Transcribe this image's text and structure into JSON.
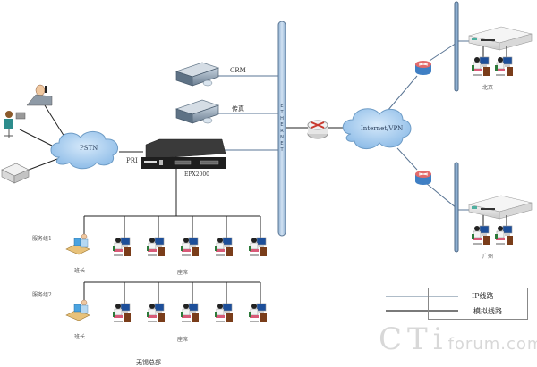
{
  "diagram": {
    "title": "无锡总部",
    "bus_label": "ETHERNET",
    "bus_letters": [
      "E",
      "T",
      "H",
      "E",
      "R",
      "N",
      "E",
      "T"
    ],
    "nodes": {
      "pstn": {
        "label": "PSTN",
        "icon": "cloud"
      },
      "internet": {
        "label": "Internet/VPN",
        "icon": "cloud"
      },
      "pbx": {
        "label": "EPX2000",
        "link_label": "PRI",
        "icon": "rack-switch"
      },
      "crm": {
        "label": "CRM",
        "icon": "server"
      },
      "fax": {
        "label": "传真",
        "icon": "server"
      },
      "hq_router": {
        "icon": "router-red"
      },
      "beijing": {
        "label": "北京",
        "icon": "gateway"
      },
      "guangzhou": {
        "label": "广州",
        "icon": "gateway"
      },
      "beijing_router": {
        "icon": "router-blue"
      },
      "guangzhou_router": {
        "icon": "router-blue"
      },
      "pstn_endpoints": [
        {
          "icon": "phone-user"
        },
        {
          "icon": "laptop-user"
        },
        {
          "icon": "fax-machine"
        }
      ]
    },
    "groups": [
      {
        "label": "服务组1",
        "leader_label": "班长",
        "agents_label": "座席",
        "agent_count": 5
      },
      {
        "label": "服务组2",
        "leader_label": "班长",
        "agents_label": "座席",
        "agent_count": 5
      }
    ],
    "branch_agent_count": 2,
    "legend": {
      "items": [
        {
          "label": "IP线路",
          "color": "#7f93a8"
        },
        {
          "label": "模拟线路",
          "color": "#2a2a2a"
        }
      ]
    },
    "colors": {
      "ip_line": "#5a7594",
      "analog_line": "#222222",
      "bus_fill": "#b8cfe6",
      "bus_stroke": "#5d7896",
      "cloud_fill": "#a9cdee",
      "cloud_stroke": "#6e9cc6",
      "router_red": "#c9392e",
      "router_blue": "#3f7fc4"
    },
    "watermark": {
      "big": "CTi",
      "small": "forum.com"
    }
  }
}
